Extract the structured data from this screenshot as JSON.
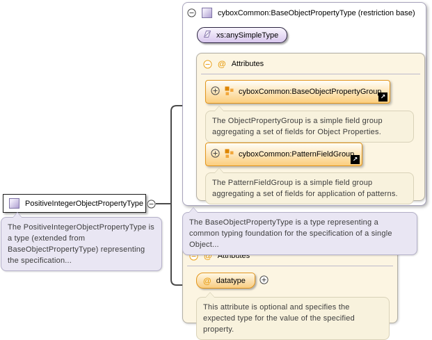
{
  "diagram": {
    "left_type": {
      "name": "PositiveIntegerObjectPropertyType",
      "description": "The PositiveIntegerObjectPropertyType is a type (extended from BaseObjectPropertyType) representing the specification..."
    },
    "base_panel": {
      "title": "cyboxCommon:BaseObjectPropertyType (restriction base)",
      "base_type": "xs:anySimpleType",
      "attributes_label": "Attributes",
      "groups": [
        {
          "name": "cyboxCommon:BaseObjectPropertyGroup",
          "description": "The ObjectPropertyGroup is a simple field group aggregating a set of fields for Object Properties."
        },
        {
          "name": "cyboxCommon:PatternFieldGroup",
          "description": "The PatternFieldGroup is a simple field group aggregating a set of fields for application of patterns."
        }
      ],
      "description": "The BaseObjectPropertyType is a type representing a common typing foundation for the specification of a single Object..."
    },
    "attributes_panel": {
      "attributes_label": "Attributes",
      "attribute_name": "datatype",
      "attribute_description": "This attribute is optional and specifies the expected type for the value of the specified property."
    }
  },
  "icons": {
    "attribute_glyph": "@",
    "link_glyph": "↗"
  },
  "colors": {
    "accent_orange": "#E2951B",
    "cream_panel": "#FCF5E2",
    "lavender_tooltip": "#E9E6F3",
    "purple_type": "#AFA0D2",
    "connector_line": "#4A4A4A"
  }
}
